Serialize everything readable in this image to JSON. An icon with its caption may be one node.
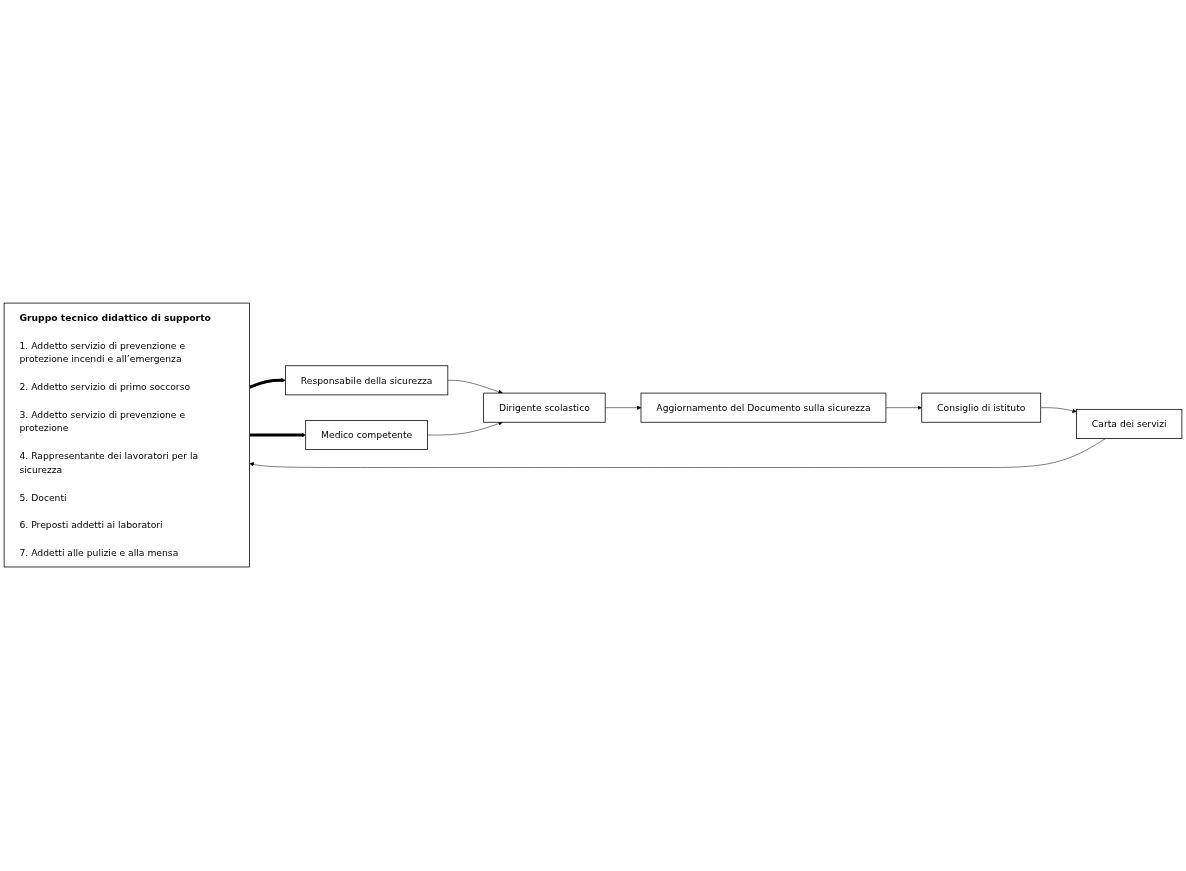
{
  "diagram": {
    "nodes": [
      {
        "text": [
          "Gruppo tecnico didattico di supporto",
          "1. Addetto servizio di prevenzione e protezione incendi e all’emergenza",
          "2. Addetto servizio di primo soccorso",
          "3. Addetto servizio di prevenzione e protezione",
          "4. Rappresentante dei lavoratori per la sicurezza",
          "5. Docenti",
          "6. Preposti addetti ai laboratori",
          "7. Addetti alle pulizie e alla mensa"
        ]
      },
      {
        "text": [
          "Responsabile della sicurezza"
        ]
      },
      {
        "text": [
          "Dirigente scolastico"
        ]
      },
      {
        "text": [
          "Medico competente"
        ]
      },
      {
        "text": [
          "Aggiornamento del Documento sulla sicurezza"
        ]
      },
      {
        "text": [
          "Consiglio di istituto"
        ]
      },
      {
        "text": [
          "Carta dei servizi"
        ]
      }
    ],
    "edges": [
      {
        "from": 0,
        "to": 1,
        "arrow": "to",
        "style": "thick"
      },
      {
        "from": 1,
        "to": 2,
        "arrow": "to"
      },
      {
        "from": 0,
        "to": 3,
        "arrow": "to",
        "style": "thick"
      },
      {
        "from": 3,
        "to": 2,
        "arrow": "to"
      },
      {
        "from": 2,
        "to": 4,
        "arrow": "to"
      },
      {
        "from": 4,
        "to": 5,
        "arrow": "to"
      },
      {
        "from": 5,
        "to": 6,
        "arrow": "to"
      },
      {
        "from": 6,
        "to": 0,
        "arrow": "to"
      }
    ]
  }
}
